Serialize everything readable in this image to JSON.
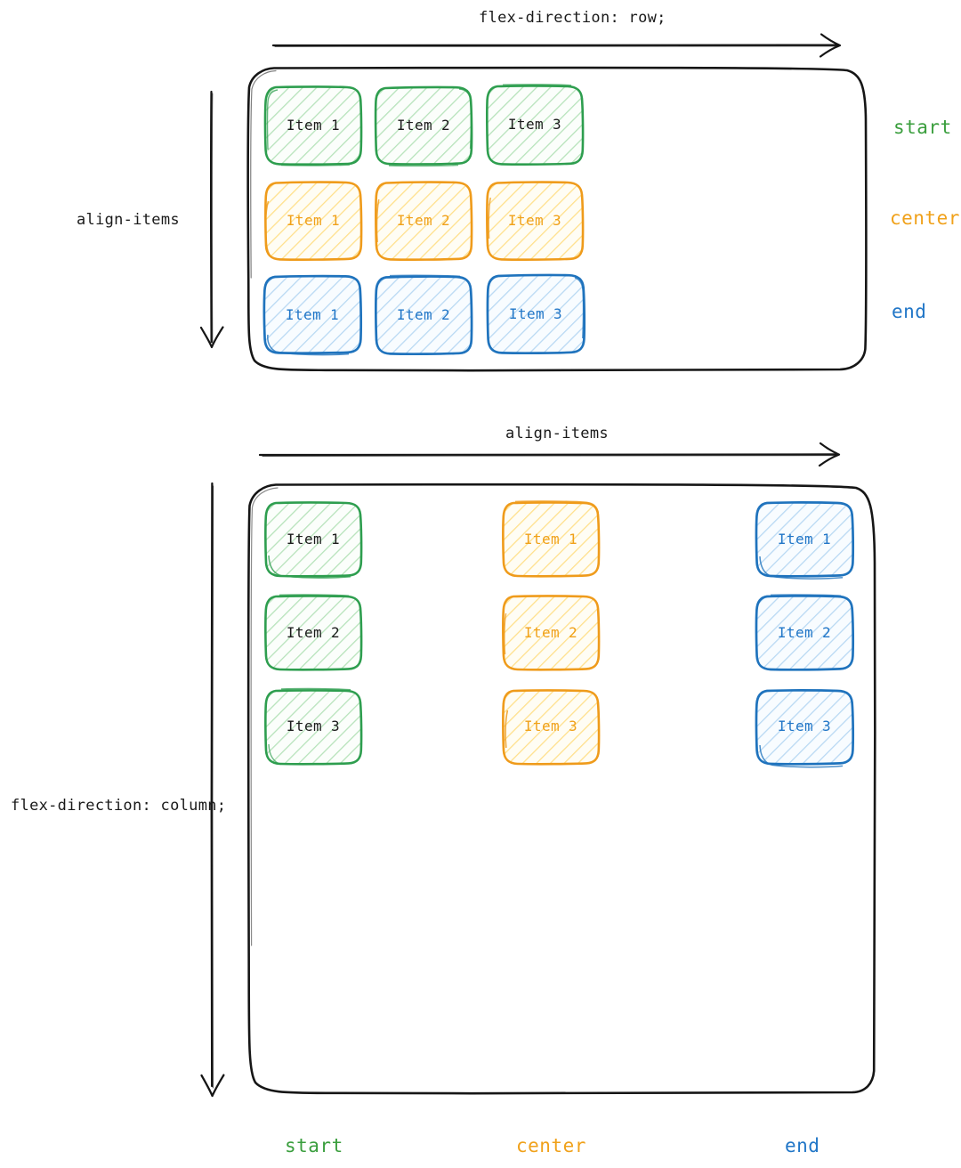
{
  "diagram": {
    "title_row": "flex-direction: row;",
    "title_column_left": "flex-direction: column;",
    "align_items_left": "align-items",
    "align_items_top": "align-items",
    "item_labels": [
      "Item 1",
      "Item 2",
      "Item 3"
    ],
    "values": {
      "start": "start",
      "center": "center",
      "end": "end"
    },
    "colors": {
      "start": "#3a9e3d",
      "center": "#f0a11a",
      "end": "#2176c7",
      "ink": "#1a1a1a",
      "background": "#ffffff"
    }
  },
  "panel_row": {
    "axis_label_top": "flex-direction: row;",
    "axis_label_left": "align-items",
    "rows": [
      {
        "value": "start",
        "color_key": "start",
        "items": [
          "Item 1",
          "Item 2",
          "Item 3"
        ]
      },
      {
        "value": "center",
        "color_key": "center",
        "items": [
          "Item 1",
          "Item 2",
          "Item 3"
        ]
      },
      {
        "value": "end",
        "color_key": "end",
        "items": [
          "Item 1",
          "Item 2",
          "Item 3"
        ]
      }
    ],
    "right_labels": [
      "start",
      "center",
      "end"
    ]
  },
  "panel_column": {
    "axis_label_top": "align-items",
    "axis_label_left": "flex-direction: column;",
    "columns": [
      {
        "value": "start",
        "color_key": "start",
        "items": [
          "Item 1",
          "Item 2",
          "Item 3"
        ]
      },
      {
        "value": "center",
        "color_key": "center",
        "items": [
          "Item 1",
          "Item 2",
          "Item 3"
        ]
      },
      {
        "value": "end",
        "color_key": "end",
        "items": [
          "Item 1",
          "Item 2",
          "Item 3"
        ]
      }
    ],
    "bottom_labels": [
      "start",
      "center",
      "end"
    ]
  }
}
